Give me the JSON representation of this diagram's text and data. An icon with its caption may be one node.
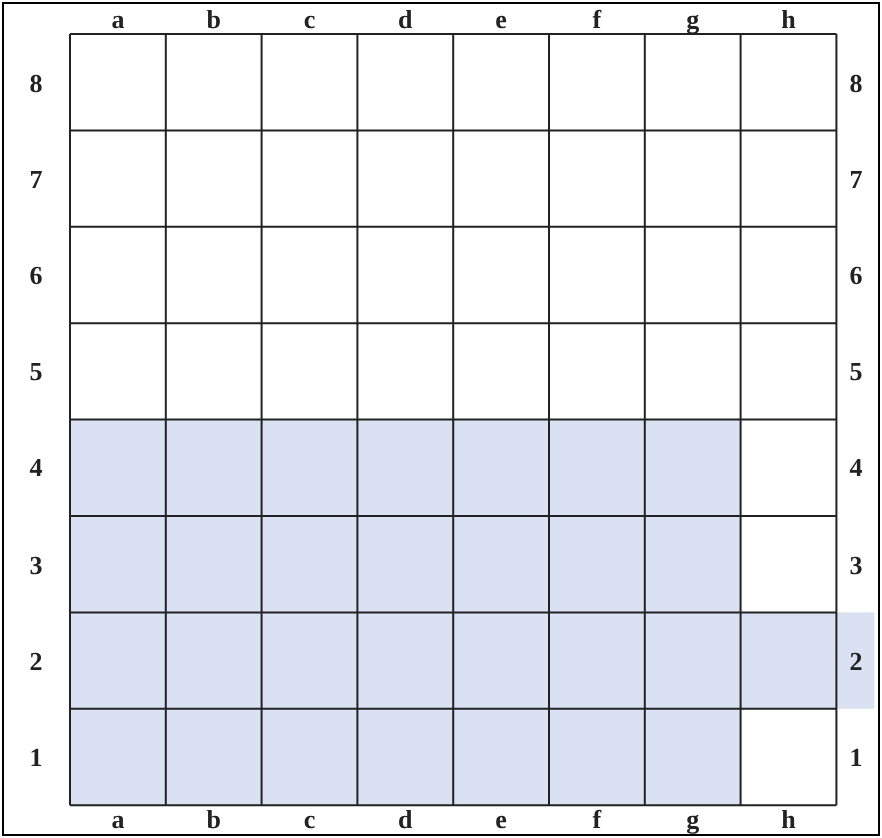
{
  "diagram": {
    "labels": [
      "a",
      "b",
      "c",
      "d",
      "e",
      "f",
      "g",
      "h",
      "8",
      "8",
      "7",
      "7",
      "6",
      "6",
      "5",
      "5",
      "4",
      "4",
      "3",
      "3",
      "2",
      "2",
      "1",
      "1",
      "a",
      "b",
      "c",
      "d",
      "e",
      "f",
      "g",
      "h"
    ]
  }
}
